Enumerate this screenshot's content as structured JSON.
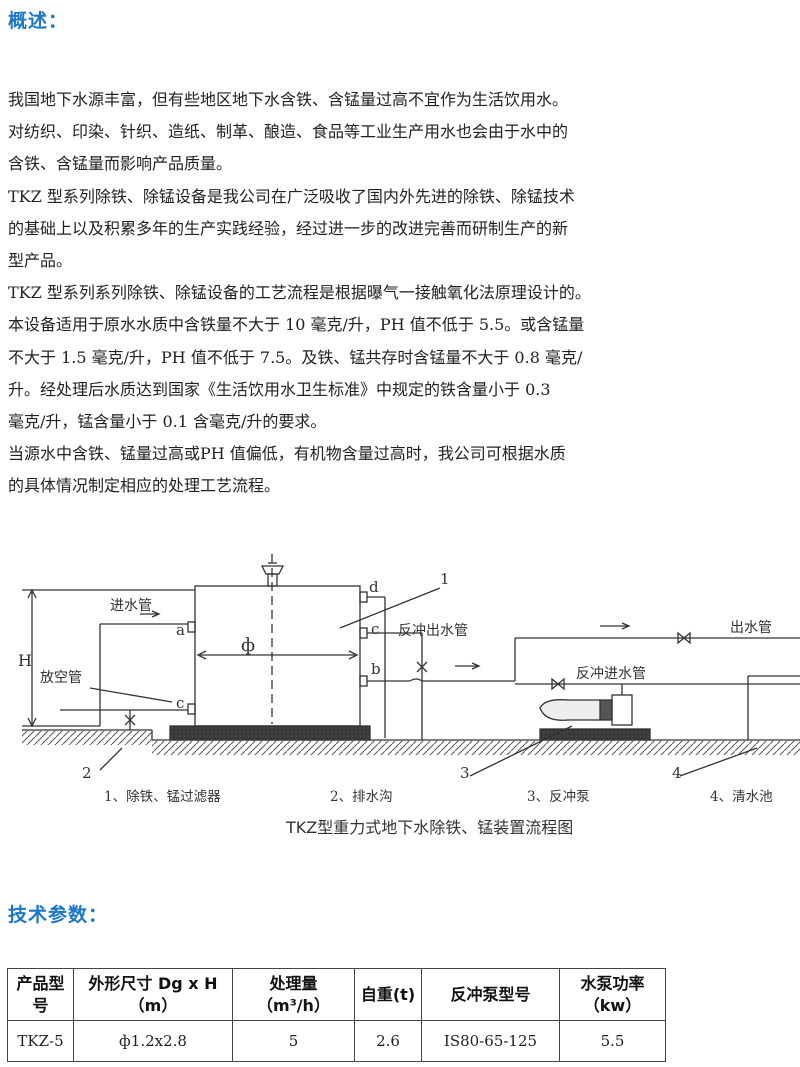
{
  "section_overview": {
    "title": "概述："
  },
  "paragraphs": [
    "我国地下水源丰富，但有些地区地下水含铁、含锰量过高不宜作为生活饮用水。",
    "对纺织、印染、针织、造纸、制革、酿造、食品等工业生产用水也会由于水中的",
    "含铁、含锰量而影响产品质量。",
    "TKZ 型系列除铁、除锰设备是我公司在广泛吸收了国内外先进的除铁、除锰技术",
    "的基础上以及积累多年的生产实践经验，经过进一步的改进完善而研制生产的新",
    "型产品。",
    "TKZ 型系列系列除铁、除锰设备的工艺流程是根据曝气一接触氧化法原理设计的。",
    "本设备适用于原水水质中含铁量不大于 10 毫克/升，PH 值不低于 5.5。或含锰量",
    "不大于 1.5 毫克/升，PH 值不低于 7.5。及铁、锰共存时含锰量不大于 0.8 毫克/",
    "升。经处理后水质达到国家《生活饮用水卫生标准》中规定的铁含量小于 0.3",
    "毫克/升，锰含量小于 0.1 含毫克/升的要求。",
    "当源水中含铁、锰量过高或PH 值偏低，有机物含量过高时，我公司可根据水质",
    "的具体情况制定相应的处理工艺流程。"
  ],
  "diagram": {
    "caption": "TKZ型重力式地下水除铁、锰装置流程图",
    "labels": {
      "inlet_pipe": "进水管",
      "vent_pipe": "放空管",
      "backwash_out_pipe": "反冲出水管",
      "backwash_in_pipe": "反冲进水管",
      "outlet_pipe": "出水管",
      "height": "H",
      "diameter": "ф",
      "a": "a",
      "b": "b",
      "c1": "c",
      "c2": "c",
      "d": "d",
      "n1": "1",
      "n2": "2",
      "n3": "3",
      "n4": "4"
    },
    "legend": [
      "1、除铁、锰过滤器",
      "2、排水沟",
      "3、反冲泵",
      "4、清水池"
    ]
  },
  "section_params": {
    "title": "技术参数："
  },
  "spec_table": {
    "headers": [
      [
        "产品型",
        "号"
      ],
      [
        "外形尺寸 Dg x H",
        "（m）"
      ],
      [
        "处理量",
        "（m³/h）"
      ],
      [
        "自重(t)"
      ],
      [
        "反冲泵型号"
      ],
      [
        "水泵功率",
        "（kw）"
      ]
    ],
    "rows": [
      [
        "TKZ-5",
        "ф1.2x2.8",
        "5",
        "2.6",
        "IS80-65-125",
        "5.5"
      ]
    ]
  }
}
